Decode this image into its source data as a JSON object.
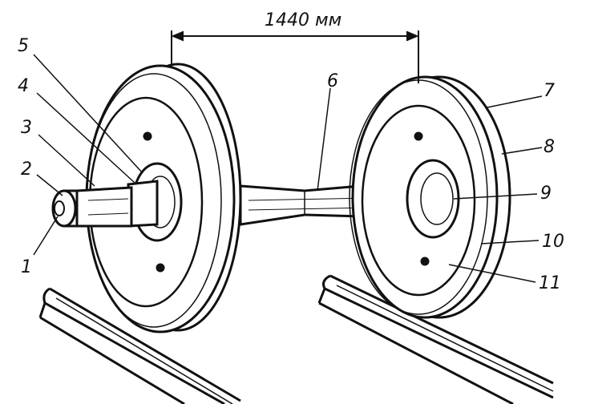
{
  "dimension": {
    "value_label": "1440 мм"
  },
  "callouts": [
    {
      "id": "1",
      "label": "1"
    },
    {
      "id": "2",
      "label": "2"
    },
    {
      "id": "3",
      "label": "3"
    },
    {
      "id": "4",
      "label": "4"
    },
    {
      "id": "5",
      "label": "5"
    },
    {
      "id": "6",
      "label": "6"
    },
    {
      "id": "7",
      "label": "7"
    },
    {
      "id": "8",
      "label": "8"
    },
    {
      "id": "9",
      "label": "9"
    },
    {
      "id": "10",
      "label": "10"
    },
    {
      "id": "11",
      "label": "11"
    }
  ]
}
